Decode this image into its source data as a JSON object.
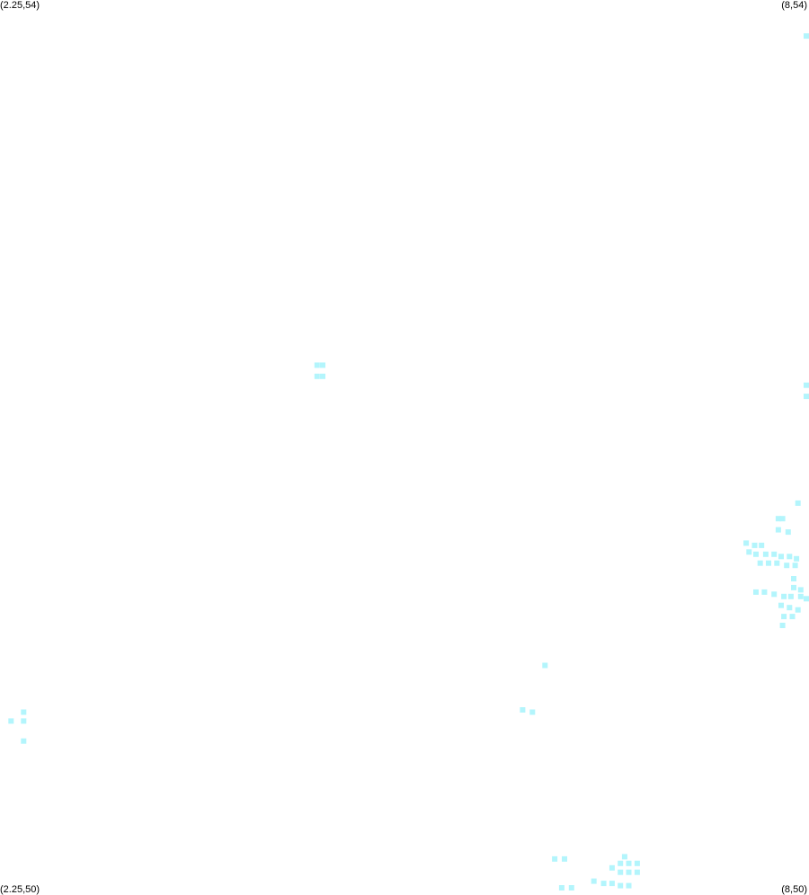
{
  "corners": {
    "top_left": "(2.25,54)",
    "top_right": "(8,54)",
    "bottom_left": "(2.25,50)",
    "bottom_right": "(8,50)"
  },
  "chart_data": {
    "type": "scatter",
    "title": "",
    "xlabel": "",
    "ylabel": "",
    "xlim": [
      2.25,
      8
    ],
    "ylim": [
      50,
      54
    ],
    "grid": false,
    "legend": "none",
    "marker": "square",
    "color": "#b3f5fc",
    "series": [
      {
        "points": [
          [
            8.0,
            53.85
          ],
          [
            4.5,
            52.37
          ],
          [
            4.54,
            52.37
          ],
          [
            4.5,
            52.32
          ],
          [
            4.54,
            52.32
          ],
          [
            8.0,
            52.28
          ],
          [
            8.0,
            52.23
          ],
          [
            7.94,
            51.75
          ],
          [
            7.8,
            51.68
          ],
          [
            7.83,
            51.68
          ],
          [
            7.8,
            51.63
          ],
          [
            7.87,
            51.62
          ],
          [
            7.57,
            51.57
          ],
          [
            7.63,
            51.56
          ],
          [
            7.68,
            51.56
          ],
          [
            7.59,
            51.53
          ],
          [
            7.64,
            51.52
          ],
          [
            7.71,
            51.52
          ],
          [
            7.77,
            51.52
          ],
          [
            7.82,
            51.51
          ],
          [
            7.88,
            51.51
          ],
          [
            7.93,
            51.5
          ],
          [
            7.67,
            51.48
          ],
          [
            7.73,
            51.48
          ],
          [
            7.79,
            51.48
          ],
          [
            7.86,
            51.47
          ],
          [
            7.92,
            51.47
          ],
          [
            7.91,
            51.41
          ],
          [
            7.91,
            51.37
          ],
          [
            7.96,
            51.36
          ],
          [
            7.64,
            51.35
          ],
          [
            7.7,
            51.35
          ],
          [
            7.77,
            51.34
          ],
          [
            7.84,
            51.33
          ],
          [
            7.89,
            51.33
          ],
          [
            7.96,
            51.33
          ],
          [
            8.0,
            51.32
          ],
          [
            7.82,
            51.29
          ],
          [
            7.88,
            51.28
          ],
          [
            7.94,
            51.27
          ],
          [
            7.84,
            51.24
          ],
          [
            7.9,
            51.24
          ],
          [
            7.83,
            51.2
          ],
          [
            6.13,
            51.02
          ],
          [
            5.97,
            50.82
          ],
          [
            6.04,
            50.81
          ],
          [
            2.4,
            50.81
          ],
          [
            2.31,
            50.77
          ],
          [
            2.4,
            50.77
          ],
          [
            2.4,
            50.68
          ],
          [
            6.2,
            50.15
          ],
          [
            6.27,
            50.15
          ],
          [
            6.7,
            50.16
          ],
          [
            6.67,
            50.13
          ],
          [
            6.73,
            50.13
          ],
          [
            6.79,
            50.13
          ],
          [
            6.61,
            50.11
          ],
          [
            6.67,
            50.09
          ],
          [
            6.73,
            50.09
          ],
          [
            6.79,
            50.09
          ],
          [
            6.48,
            50.05
          ],
          [
            6.55,
            50.04
          ],
          [
            6.61,
            50.04
          ],
          [
            6.67,
            50.03
          ],
          [
            6.73,
            50.03
          ],
          [
            6.25,
            50.02
          ],
          [
            6.32,
            50.02
          ]
        ]
      }
    ]
  }
}
